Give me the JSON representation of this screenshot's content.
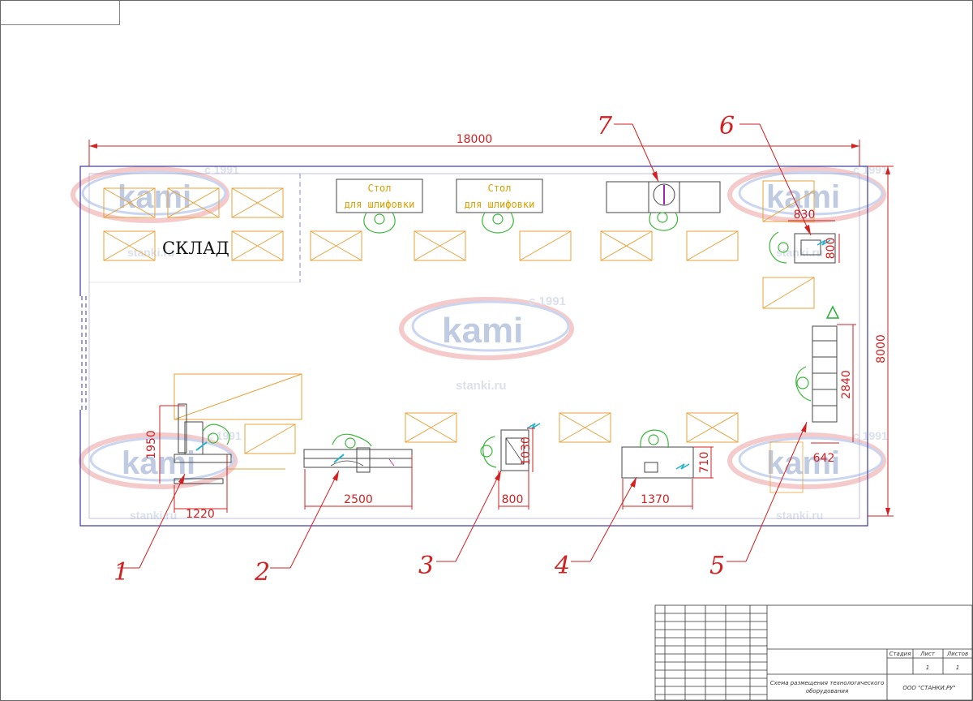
{
  "drawing": {
    "overall_width": "18000",
    "overall_height": "8000",
    "warehouse_label": "СКЛАД",
    "grinding_table_line1": "Стол",
    "grinding_table_line2": "для шлифовки",
    "dimensions": {
      "m1_height": "1950",
      "m1_width": "1220",
      "m2_width": "2500",
      "m3_height": "1030",
      "m3_width": "800",
      "m4_height": "710",
      "m4_width": "1370",
      "m5_height": "2840",
      "m5_width": "642",
      "m6_width": "830",
      "m6_height": "800"
    },
    "equipment_numbers": [
      "1",
      "2",
      "3",
      "4",
      "5",
      "6",
      "7"
    ]
  },
  "title_block": {
    "title_line1": "Схема размещения технологического",
    "title_line2": "оборудования",
    "col_stage": "Стадия",
    "col_sheet": "Лист",
    "col_sheets": "Листов",
    "sheet": "1",
    "sheets": "1",
    "company": "ООО \"СТАНКИ.РУ\""
  },
  "watermark": {
    "brand": "kami",
    "since": "с 1991",
    "site": "stanki.ru"
  }
}
